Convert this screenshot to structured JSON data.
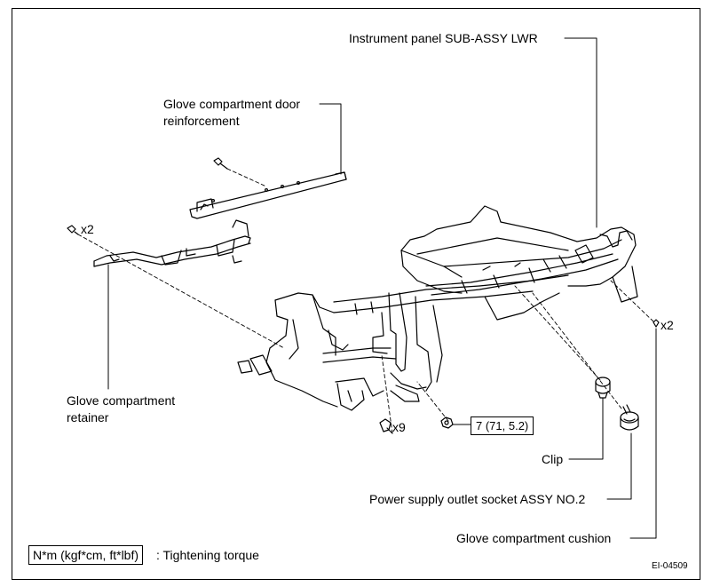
{
  "labels": {
    "instrument_panel": "Instrument panel SUB-ASSY LWR",
    "door_reinforcement_line1": "Glove compartment door",
    "door_reinforcement_line2": "reinforcement",
    "retainer_line1": "Glove compartment",
    "retainer_line2": "retainer",
    "clip": "Clip",
    "power_outlet": "Power supply outlet socket ASSY NO.2",
    "cushion": "Glove compartment cushion"
  },
  "quantities": {
    "retainer_screws": "x2",
    "panel_screws": "x9",
    "cushion_count": "x2"
  },
  "torque_spec": "7 (71, 5.2)",
  "legend": {
    "box_text": "N*m (kgf*cm, ft*lbf)",
    "description": ": Tightening torque"
  },
  "figure_id": "EI-04509"
}
